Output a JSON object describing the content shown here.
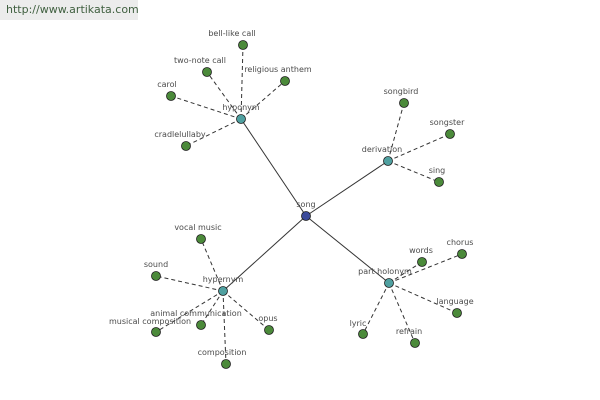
{
  "watermark": "http://www.artikata.com",
  "colors": {
    "center": "#3b4a9a",
    "relation": "#4fa0a0",
    "leaf": "#4b8a3a",
    "edge": "#333333"
  },
  "center": {
    "id": "song",
    "label": "song"
  },
  "relations": [
    {
      "id": "hyponym",
      "label": "hyponym",
      "leaves": [
        "bell-like call",
        "two-note call",
        "religious anthem",
        "carol",
        "cradlelullaby"
      ]
    },
    {
      "id": "derivation",
      "label": "derivation",
      "leaves": [
        "songbird",
        "songster",
        "sing"
      ]
    },
    {
      "id": "hypernym",
      "label": "hypernym",
      "leaves": [
        "vocal music",
        "sound",
        "animal communication",
        "musical composition",
        "opus",
        "composition"
      ]
    },
    {
      "id": "part-holonym",
      "label": "part holonym",
      "leaves": [
        "words",
        "chorus",
        "language",
        "lyric",
        "refrain"
      ]
    }
  ]
}
